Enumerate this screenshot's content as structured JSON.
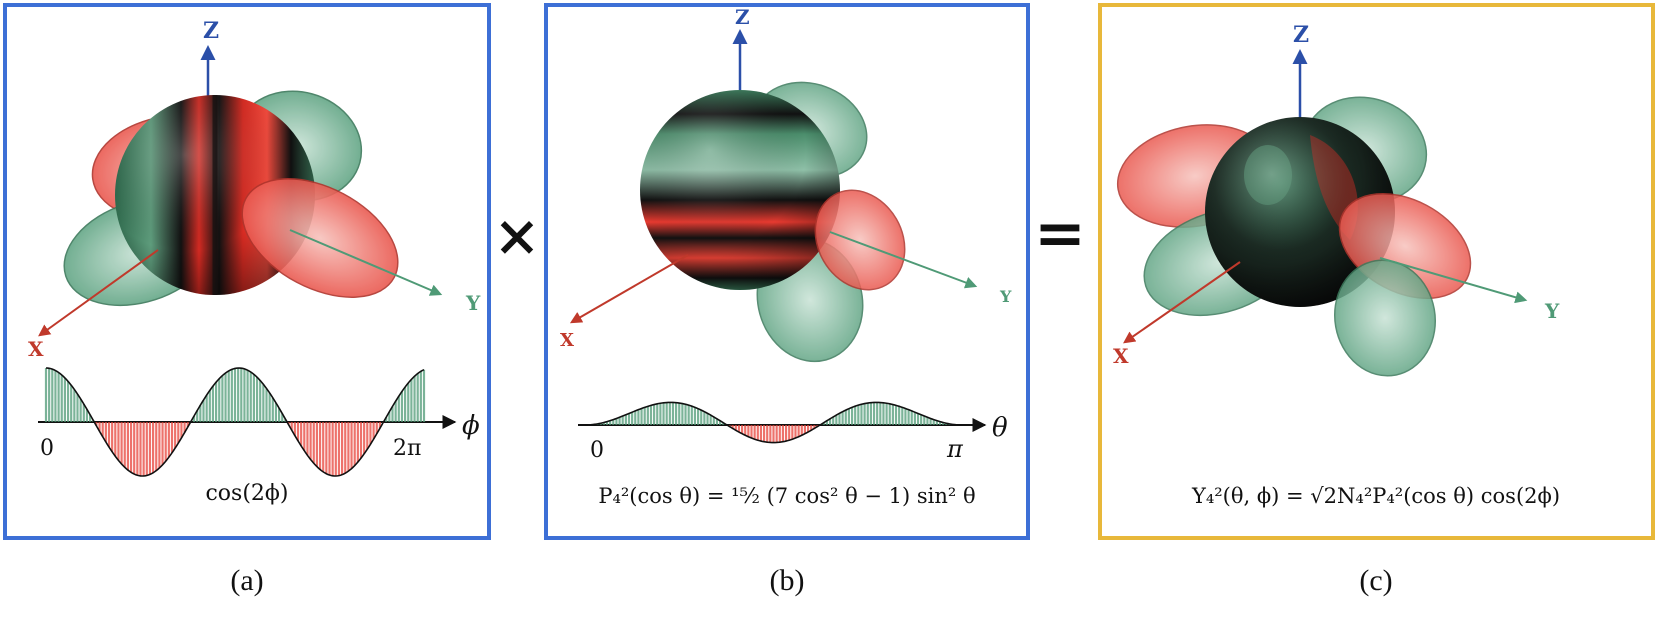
{
  "operators": {
    "times": "×",
    "equals": "="
  },
  "panels": [
    {
      "axes": {
        "z": "Z",
        "x": "X",
        "y": "Y"
      },
      "graph": {
        "start": "0",
        "end": "2π",
        "variable": "ϕ"
      },
      "formula": "cos(2ϕ)",
      "caption": "(a)"
    },
    {
      "axes": {
        "z": "Z",
        "x": "X",
        "y": "Y"
      },
      "graph": {
        "start": "0",
        "end": "π",
        "variable": "θ"
      },
      "formula": "P₄²(cos θ)  = ¹⁵⁄₂ (7 cos² θ − 1) sin² θ",
      "caption": "(b)"
    },
    {
      "axes": {
        "z": "Z",
        "x": "X",
        "y": "Y"
      },
      "formula": "Y₄²(θ, ϕ) = √2N₄²P₄²(cos θ) cos(2ϕ)",
      "caption": "(c)"
    }
  ],
  "colors": {
    "frame_blue": "#3d6fd6",
    "frame_gold": "#e8b83a",
    "lobe_red": "#e8443a",
    "lobe_green": "#4f9a76",
    "axis_z": "#2b4fa8",
    "axis_x": "#c0392b",
    "axis_y": "#4f9a76"
  }
}
